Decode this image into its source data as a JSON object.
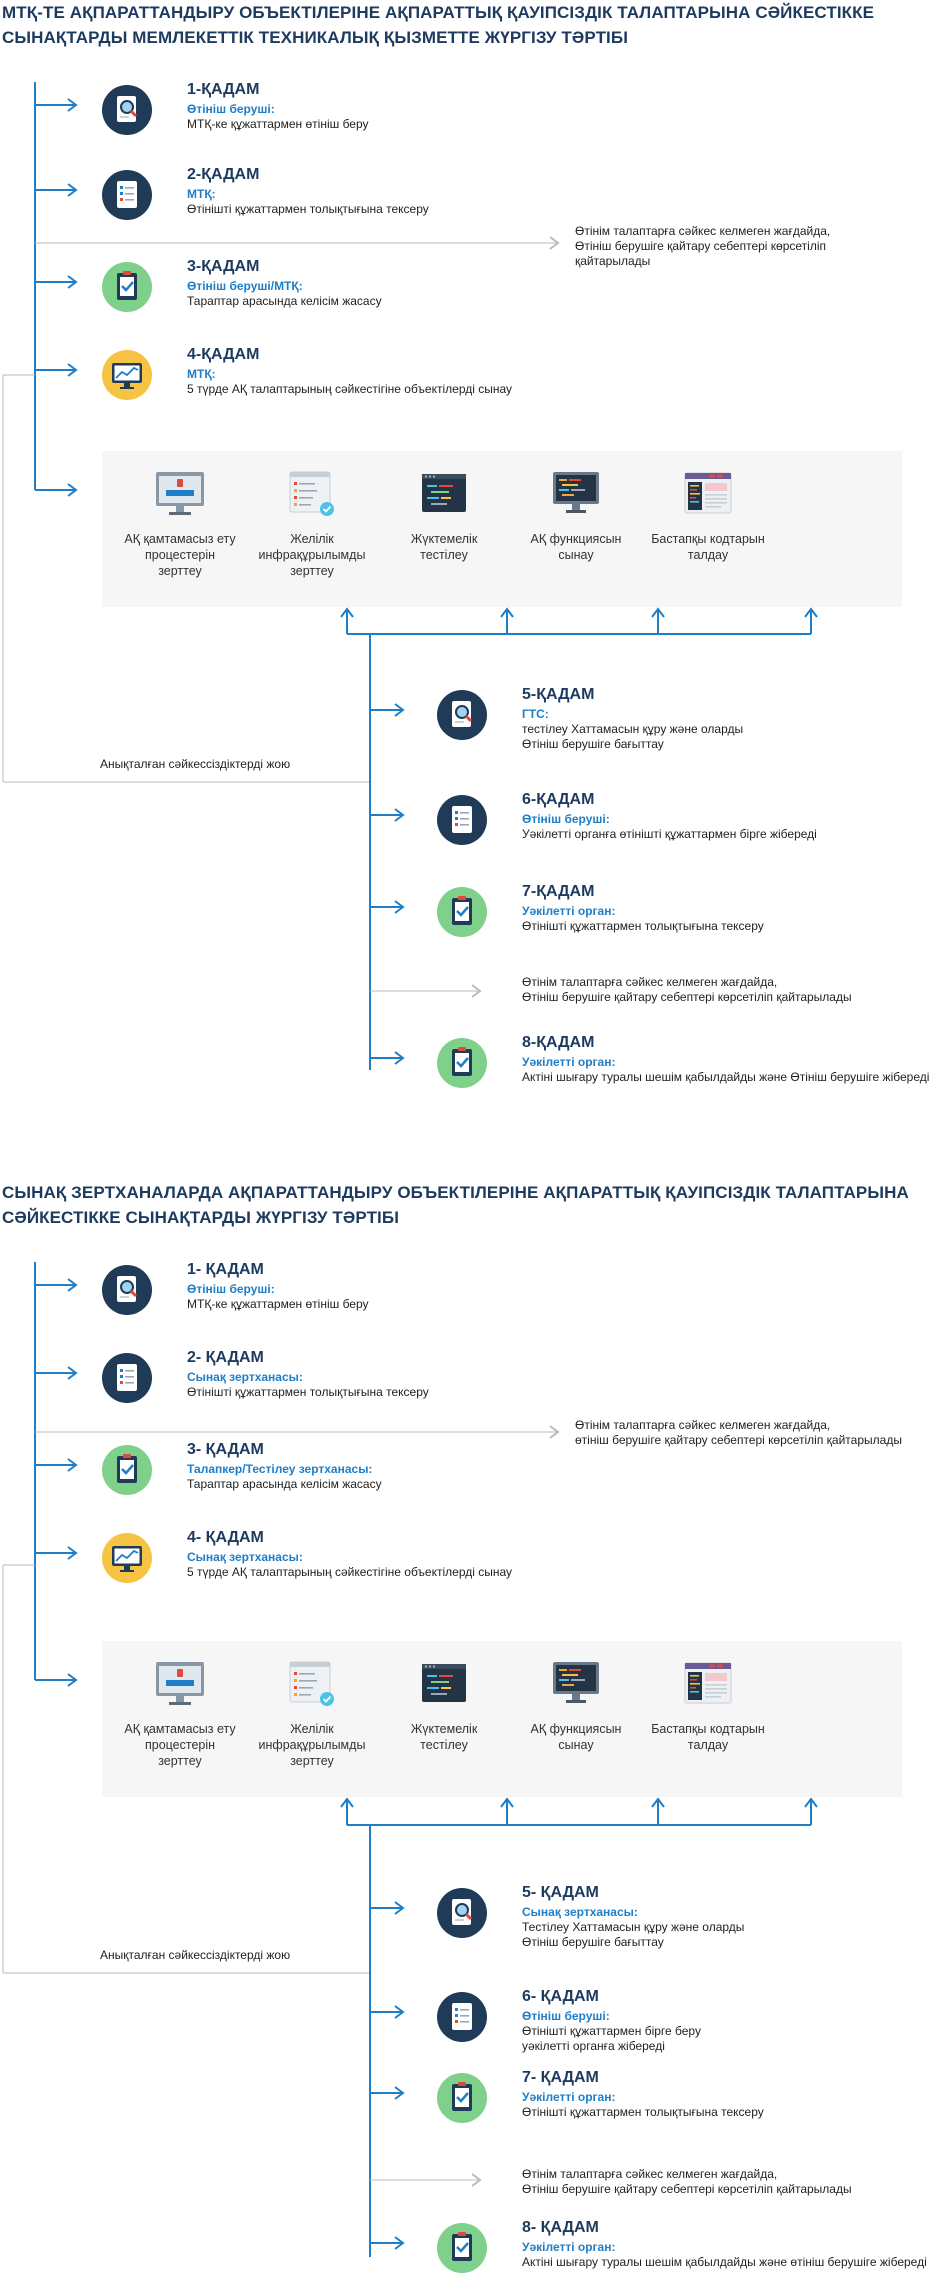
{
  "sections": [
    {
      "title": "МТҚ-ТЕ АҚПАРАТТАНДЫРУ ОБЪЕКТІЛЕРІНЕ АҚПАРАТТЫҚ ҚАУІПСІЗДІК ТАЛАПТАРЫНА СӘЙКЕСТІККЕ СЫНАҚТАРДЫ МЕМЛЕКЕТТІК ТЕХНИКАЛЫҚ ҚЫЗМЕТТЕ ЖҮРГІЗУ ТӘРТІБІ",
      "steps": [
        {
          "heading": "1-ҚАДАМ",
          "role": "Өтініш беруші:",
          "desc": [
            "МТҚ-ке құжаттармен өтініш беру"
          ],
          "icon": "magnifier-document-icon",
          "color": "#1f3b57"
        },
        {
          "heading": "2-ҚАДАМ",
          "role": "МТҚ:",
          "desc": [
            "Өтінішті құжаттармен толықтығына тексеру"
          ],
          "icon": "checklist-document-icon",
          "color": "#1f3b57"
        },
        {
          "heading": "3-ҚАДАМ",
          "role": "Өтініш беруші/МТҚ:",
          "desc": [
            "Тараптар арасында келісім жасасу"
          ],
          "icon": "clipboard-check-icon",
          "color": "#7fd08a"
        },
        {
          "heading": "4-ҚАДАМ",
          "role": "МТҚ:",
          "desc": [
            "5 түрде АҚ талаптарының сәйкестігіне объектілерді сынау"
          ],
          "icon": "monitor-chart-icon",
          "color": "#f7c343"
        },
        {
          "heading": "5-ҚАДАМ",
          "role": "ГТС:",
          "desc": [
            "тестілеу Хаттамасын құру және оларды",
            "Өтініш берушіге бағыттау"
          ],
          "icon": "magnifier-document-icon",
          "color": "#1f3b57"
        },
        {
          "heading": "6-ҚАДАМ",
          "role": "Өтініш беруші:",
          "desc": [
            "Уәкілетті органға өтінішті құжаттармен бірге  жібереді"
          ],
          "icon": "checklist-document-icon",
          "color": "#1f3b57"
        },
        {
          "heading": "7-ҚАДАМ",
          "role": "Уәкілетті орган:",
          "desc": [
            "Өтінішті құжаттармен толықтығына тексеру"
          ],
          "icon": "clipboard-check-icon",
          "color": "#7fd08a"
        },
        {
          "heading": "8-ҚАДАМ",
          "role": "Уәкілетті орган:",
          "desc": [
            "Актіні шығару туралы шешім қабылдайды және Өтініш берушіге жібереді"
          ],
          "icon": "clipboard-check-icon",
          "color": "#7fd08a"
        }
      ],
      "tests": [
        {
          "label": [
            "АҚ қамтамасыз ету",
            "процестерін",
            "зерттеу"
          ],
          "icon": "monitor-password-icon"
        },
        {
          "label": [
            "Желілік",
            "инфрақұрылымды",
            "зерттеу"
          ],
          "icon": "network-checklist-icon"
        },
        {
          "label": [
            "Жүктемелік",
            "тестілеу"
          ],
          "icon": "code-window-icon"
        },
        {
          "label": [
            "АҚ функциясын",
            "сынау"
          ],
          "icon": "code-monitor-icon"
        },
        {
          "label": [
            "Бастапқы кодтарын",
            "талдау"
          ],
          "icon": "source-code-icon"
        }
      ],
      "return_note_1": [
        "Өтінім талаптарға сәйкес келмеген жағдайда,",
        "Өтініш берушіге қайтару себептері көрсетіліп",
        "қайтарылады"
      ],
      "return_note_2": [
        "Өтінім талаптарға сәйкес келмеген жағдайда,",
        "Өтініш берушіге қайтару себептері көрсетіліп қайтарылады"
      ],
      "fix_label": "Анықталған сәйкессіздіктерді жою"
    },
    {
      "title": "СЫНАҚ ЗЕРТХАНАЛАРДА АҚПАРАТТАНДЫРУ ОБЪЕКТІЛЕРІНЕ АҚПАРАТТЫҚ ҚАУІПСІЗДІК ТАЛАПТАРЫНА СӘЙКЕСТІККЕ СЫНАҚТАРДЫ ЖҮРГІЗУ ТӘРТІБІ",
      "steps": [
        {
          "heading": "1- ҚАДАМ",
          "role": "Өтініш беруші:",
          "desc": [
            "МТҚ-ке құжаттармен өтініш беру"
          ],
          "icon": "magnifier-document-icon",
          "color": "#1f3b57"
        },
        {
          "heading": "2- ҚАДАМ",
          "role": "Сынақ зертханасы:",
          "desc": [
            "Өтінішті құжаттармен толықтығына тексеру"
          ],
          "icon": "checklist-document-icon",
          "color": "#1f3b57"
        },
        {
          "heading": "3- ҚАДАМ",
          "role": "Талапкер/Тестілеу зертханасы:",
          "desc": [
            "Тараптар арасында келісім жасасу"
          ],
          "icon": "clipboard-check-icon",
          "color": "#7fd08a"
        },
        {
          "heading": "4- ҚАДАМ",
          "role": "Сынақ зертханасы:",
          "desc": [
            "5 түрде АҚ талаптарының сәйкестігіне объектілерді сынау"
          ],
          "icon": "monitor-chart-icon",
          "color": "#f7c343"
        },
        {
          "heading": "5- ҚАДАМ",
          "role": "Сынақ зертханасы:",
          "desc": [
            "Тестілеу Хаттамасын құру және оларды",
            "Өтініш берушіге бағыттау"
          ],
          "icon": "magnifier-document-icon",
          "color": "#1f3b57"
        },
        {
          "heading": "6- ҚАДАМ",
          "role": "Өтініш беруші:",
          "desc": [
            "Өтінішті құжаттармен бірге беру",
            "уәкілетті органға жібереді"
          ],
          "icon": "checklist-document-icon",
          "color": "#1f3b57"
        },
        {
          "heading": "7- ҚАДАМ",
          "role": "Уәкілетті орган:",
          "desc": [
            "Өтінішті құжаттармен толықтығына тексеру"
          ],
          "icon": "clipboard-check-icon",
          "color": "#7fd08a"
        },
        {
          "heading": "8- ҚАДАМ",
          "role": "Уәкілетті орган:",
          "desc": [
            "Актіні шығару туралы шешім қабылдайды және өтініш берушіге жібереді"
          ],
          "icon": "clipboard-check-icon",
          "color": "#7fd08a"
        }
      ],
      "tests": [
        {
          "label": [
            "АҚ қамтамасыз ету",
            "процестерін",
            "зерттеу"
          ],
          "icon": "monitor-password-icon"
        },
        {
          "label": [
            "Желілік",
            "инфрақұрылымды",
            "зерттеу"
          ],
          "icon": "network-checklist-icon"
        },
        {
          "label": [
            "Жүктемелік",
            "тестілеу"
          ],
          "icon": "code-window-icon"
        },
        {
          "label": [
            "АҚ функциясын",
            "сынау"
          ],
          "icon": "code-monitor-icon"
        },
        {
          "label": [
            "Бастапқы кодтарын",
            "талдау"
          ],
          "icon": "source-code-icon"
        }
      ],
      "return_note_1": [
        "Өтінім талаптарға сәйкес келмеген жағдайда,",
        "өтініш берушіге қайтару себептері көрсетіліп қайтарылады"
      ],
      "return_note_2": [
        "Өтінім талаптарға сәйкес келмеген жағдайда,",
        "Өтініш берушіге қайтару себептері көрсетіліп қайтарылады"
      ],
      "fix_label": "Анықталған сәйкессіздіктерді жою"
    }
  ],
  "colors": {
    "title": "#1d3a5f",
    "role": "#1e7ec8",
    "arrow": "#1e7ec8",
    "return_arrow": "#bbbbbb",
    "panel": "#f6f6f6"
  }
}
